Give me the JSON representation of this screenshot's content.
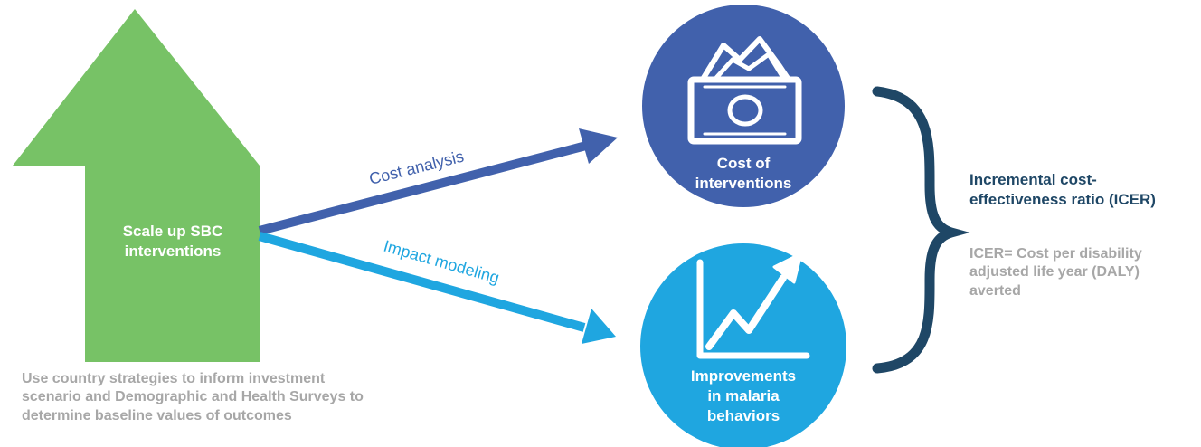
{
  "scale_up": {
    "label_line1": "Scale up SBC",
    "label_line2": "interventions"
  },
  "inputs_note": {
    "line1": "Use country strategies to inform investment",
    "line2": "scenario and Demographic and Health Surveys to",
    "line3": "determine baseline values of outcomes"
  },
  "arrows": {
    "cost": {
      "label": "Cost analysis"
    },
    "impact": {
      "label": "Impact modeling"
    }
  },
  "cost_node": {
    "icon": "money-bills-icon",
    "label_line1": "Cost of",
    "label_line2": "interventions"
  },
  "impact_node": {
    "icon": "trending-chart-icon",
    "label_line1": "Improvements",
    "label_line2": "in malaria",
    "label_line3": "behaviors"
  },
  "icer": {
    "title_line1": "Incremental cost-",
    "title_line2": "effectiveness ratio (ICER)",
    "def_line1": "ICER= Cost per disability",
    "def_line2": "adjusted life year (DALY)",
    "def_line3": "averted"
  },
  "colors": {
    "green": "#77c266",
    "navy": "#4161ac",
    "sky": "#1fa6e0",
    "bracket": "#1f4766",
    "gray": "#a7a7a7"
  }
}
